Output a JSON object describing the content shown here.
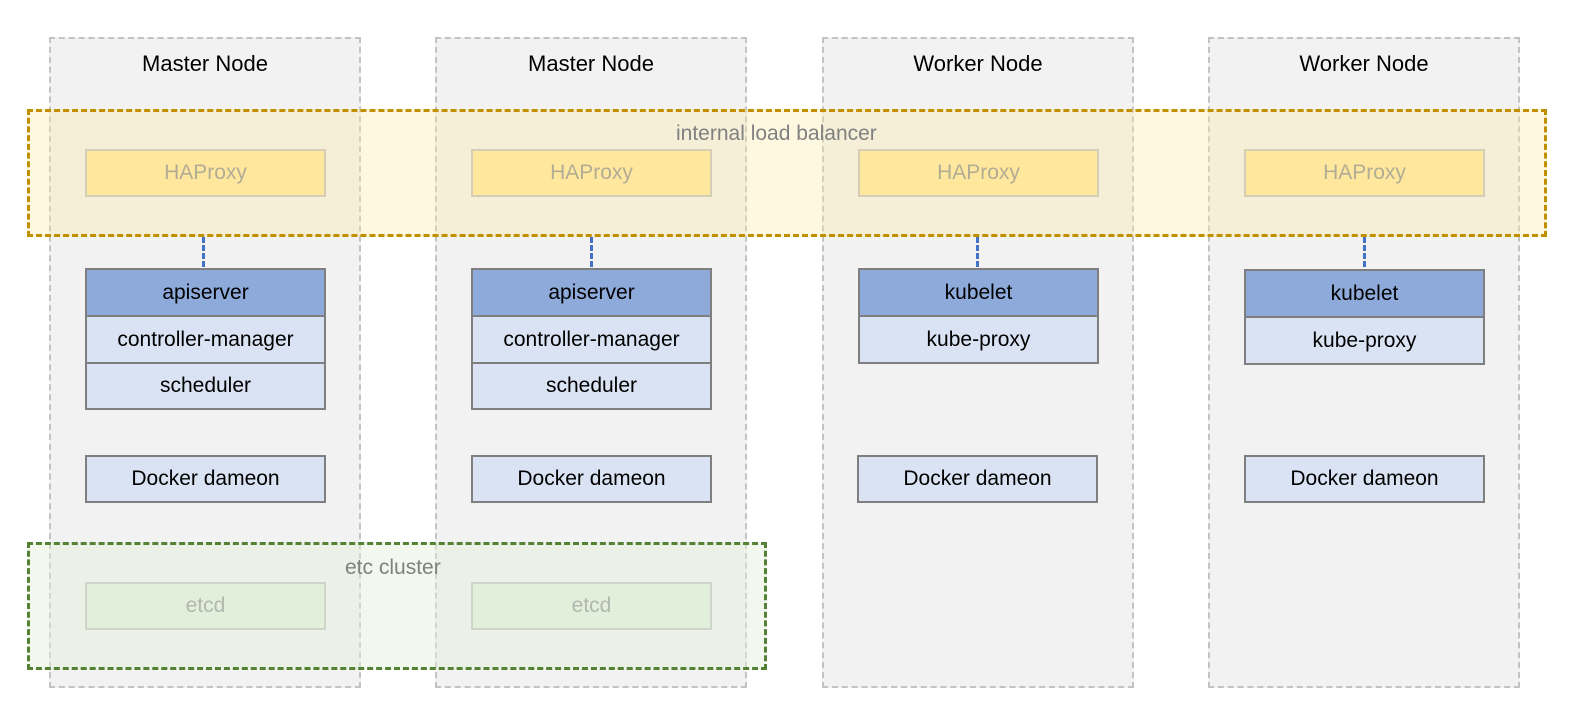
{
  "zones": {
    "load_balancer_label": "internal load balancer",
    "etcd_cluster_label": "etc cluster"
  },
  "nodes": [
    {
      "title": "Master Node",
      "haproxy": "HAProxy",
      "components": [
        "apiserver",
        "controller-manager",
        "scheduler"
      ],
      "docker": "Docker dameon",
      "etcd": "etcd"
    },
    {
      "title": "Master Node",
      "haproxy": "HAProxy",
      "components": [
        "apiserver",
        "controller-manager",
        "scheduler"
      ],
      "docker": "Docker dameon",
      "etcd": "etcd"
    },
    {
      "title": "Worker Node",
      "haproxy": "HAProxy",
      "components": [
        "kubelet",
        "kube-proxy"
      ],
      "docker": "Docker dameon"
    },
    {
      "title": "Worker Node",
      "haproxy": "HAProxy",
      "components": [
        "kubelet",
        "kube-proxy"
      ],
      "docker": "Docker dameon"
    }
  ],
  "colors": {
    "node_background": "#f2f2f2",
    "primary_component": "#8eaadb",
    "secondary_component": "#dae3f3",
    "haproxy_fill": "#ffe699",
    "etcd_fill": "#e2efda",
    "load_balancer_border": "#c09000",
    "etcd_cluster_border": "#548235",
    "connector": "#4472c4"
  }
}
